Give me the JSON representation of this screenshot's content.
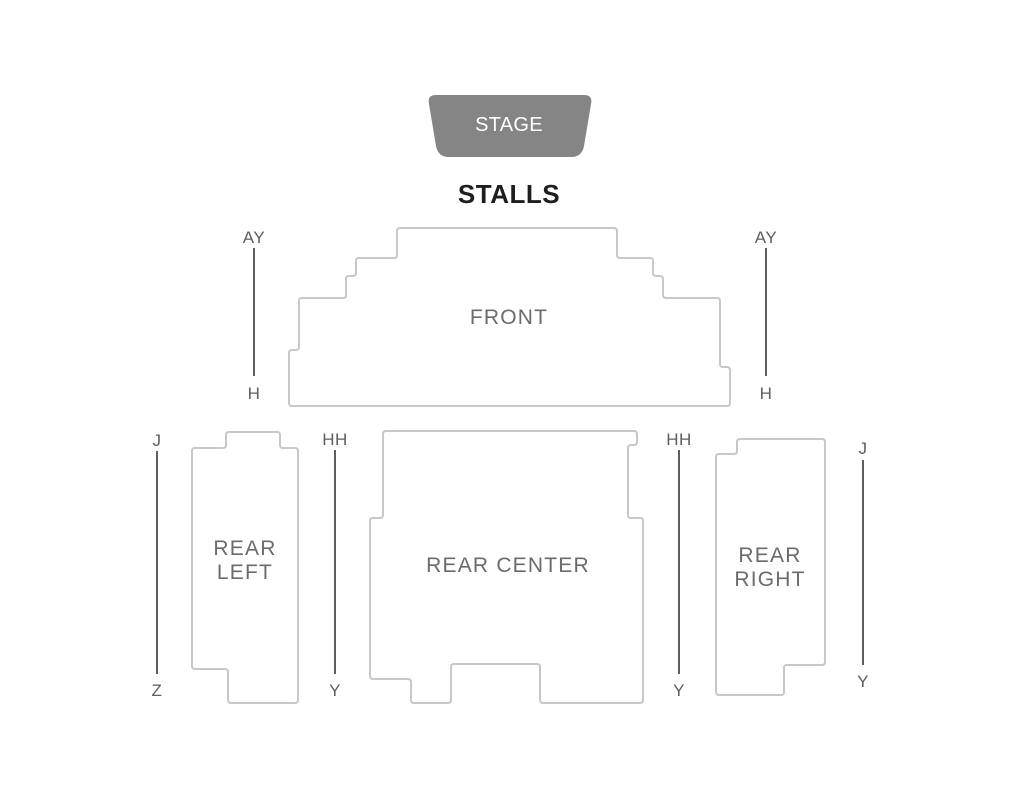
{
  "stage": {
    "label": "STAGE",
    "color": "#858585"
  },
  "area": {
    "title": "STALLS"
  },
  "sections": {
    "front": {
      "label": "FRONT"
    },
    "rear_left": {
      "line1": "REAR",
      "line2": "LEFT"
    },
    "rear_center": {
      "label": "REAR CENTER"
    },
    "rear_right": {
      "line1": "REAR",
      "line2": "RIGHT"
    }
  },
  "row_ranges": {
    "front_left": {
      "start": "AY",
      "end": "H"
    },
    "front_right": {
      "start": "AY",
      "end": "H"
    },
    "rear_far_left": {
      "start": "J",
      "end": "Z"
    },
    "rear_inner_left": {
      "start": "HH",
      "end": "Y"
    },
    "rear_inner_right": {
      "start": "HH",
      "end": "Y"
    },
    "rear_far_right": {
      "start": "J",
      "end": "Y"
    }
  },
  "colors": {
    "section_outline": "#c8c8c8",
    "section_text": "#6b6b6b",
    "row_line": "#5e5e5e",
    "title": "#1e1e1e"
  }
}
